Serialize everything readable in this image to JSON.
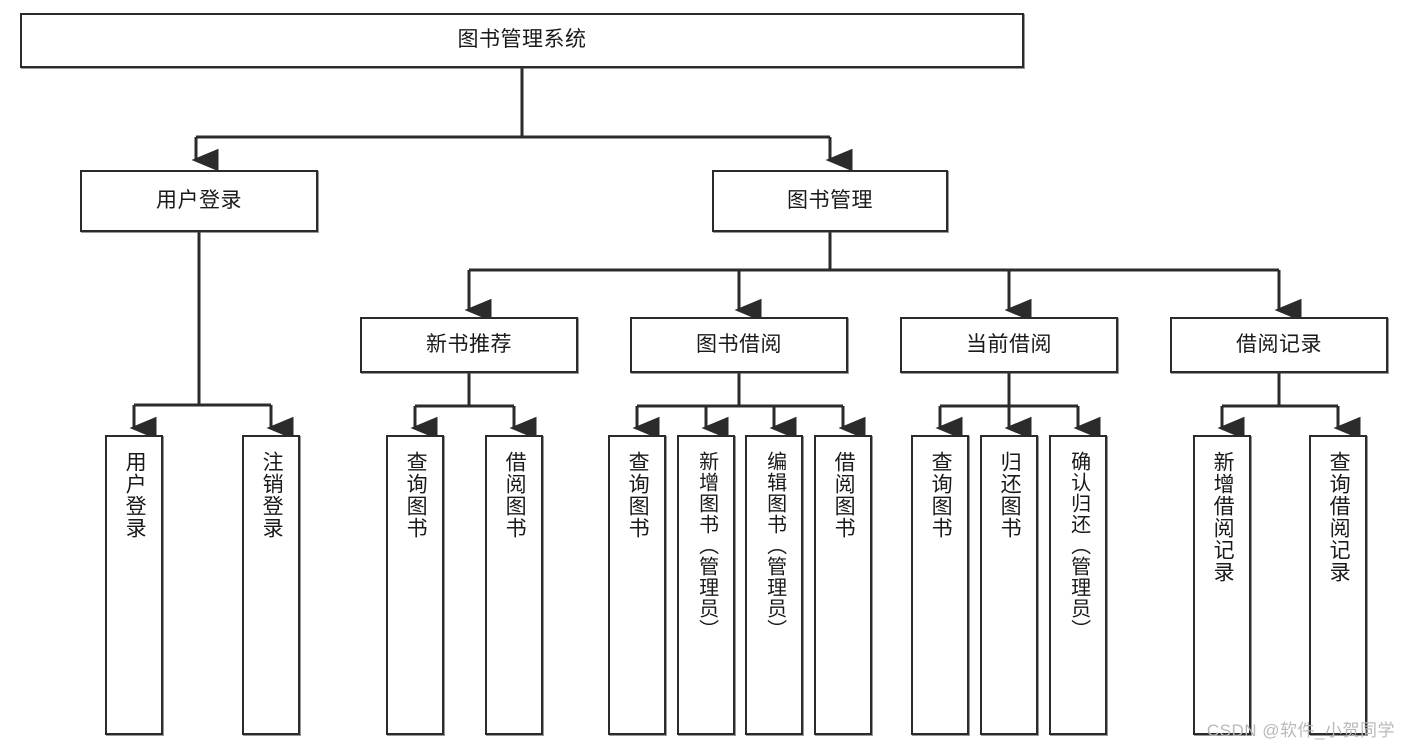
{
  "diagram": {
    "title_node": "图书管理系统",
    "watermark": "CSDN @软件_小贺同学",
    "line_color": "#2b2b2b",
    "box_fill": "#ffffff",
    "text_color": "#1a1a1a",
    "nodes": {
      "root": "图书管理系统",
      "user_login": "用户登录",
      "book_manage": "图书管理",
      "new_book_recommend": "新书推荐",
      "book_borrow": "图书借阅",
      "current_borrow": "当前借阅",
      "borrow_record": "借阅记录",
      "leaf_user_login": "用户登录",
      "leaf_logout": "注销登录",
      "leaf_query_book_1": "查询图书",
      "leaf_borrow_book_1": "借阅图书",
      "leaf_query_book_2": "查询图书",
      "leaf_add_book_admin": "新增图书（管理员）",
      "leaf_edit_book_admin": "编辑图书（管理员）",
      "leaf_borrow_book_2": "借阅图书",
      "leaf_query_book_3": "查询图书",
      "leaf_return_book": "归还图书",
      "leaf_confirm_return_admin": "确认归还（管理员）",
      "leaf_add_record": "新增借阅记录",
      "leaf_query_record": "查询借阅记录"
    }
  }
}
